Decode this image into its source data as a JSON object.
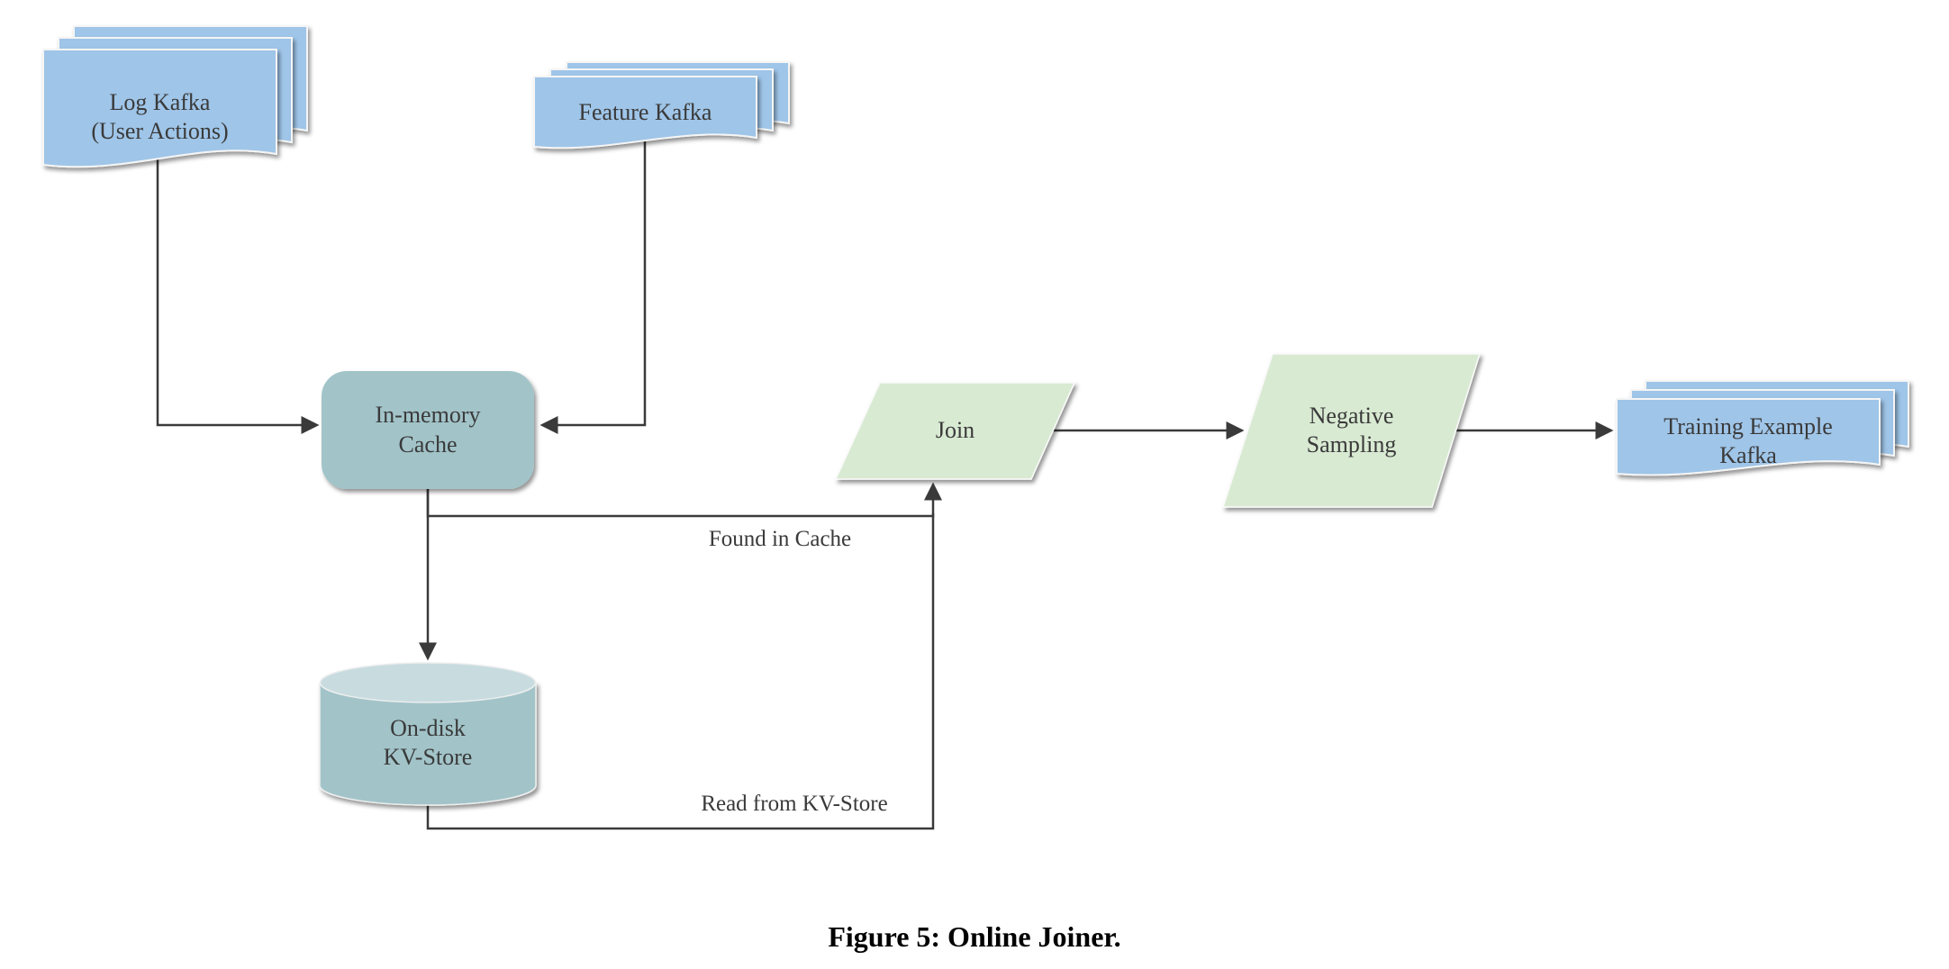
{
  "figure": {
    "caption": "Figure 5: Online Joiner."
  },
  "colors": {
    "kafka_blue": "#9fc5e8",
    "teal": "#a2c4c9",
    "cylinder_top": "#c8dce0",
    "process_green": "#d9ead3",
    "line": "#3a3a3a",
    "text": "#3a3a3a",
    "sheet_stroke": "#f5f5f5"
  },
  "nodes": {
    "log_kafka": {
      "line1": "Log Kafka",
      "line2": "(User Actions)",
      "shape": "multi-document"
    },
    "feature_kafka": {
      "label": "Feature Kafka",
      "shape": "multi-document"
    },
    "in_memory_cache": {
      "line1": "In-memory",
      "line2": "Cache",
      "shape": "rounded-rectangle"
    },
    "kv_store": {
      "line1": "On-disk",
      "line2": "KV-Store",
      "shape": "cylinder"
    },
    "join": {
      "label": "Join",
      "shape": "parallelogram"
    },
    "negative_sampling": {
      "line1": "Negative",
      "line2": "Sampling",
      "shape": "parallelogram"
    },
    "training_kafka": {
      "line1": "Training Example",
      "line2": "Kafka",
      "shape": "multi-document"
    }
  },
  "edge_labels": {
    "found_in_cache": "Found in Cache",
    "read_from_kv_store": "Read from KV-Store"
  },
  "edges": [
    "log_kafka -> in_memory_cache",
    "feature_kafka -> in_memory_cache",
    "in_memory_cache -> kv_store",
    "in_memory_cache -> join (Found in Cache)",
    "kv_store -> join (Read from KV-Store)",
    "join -> negative_sampling",
    "negative_sampling -> training_kafka"
  ]
}
